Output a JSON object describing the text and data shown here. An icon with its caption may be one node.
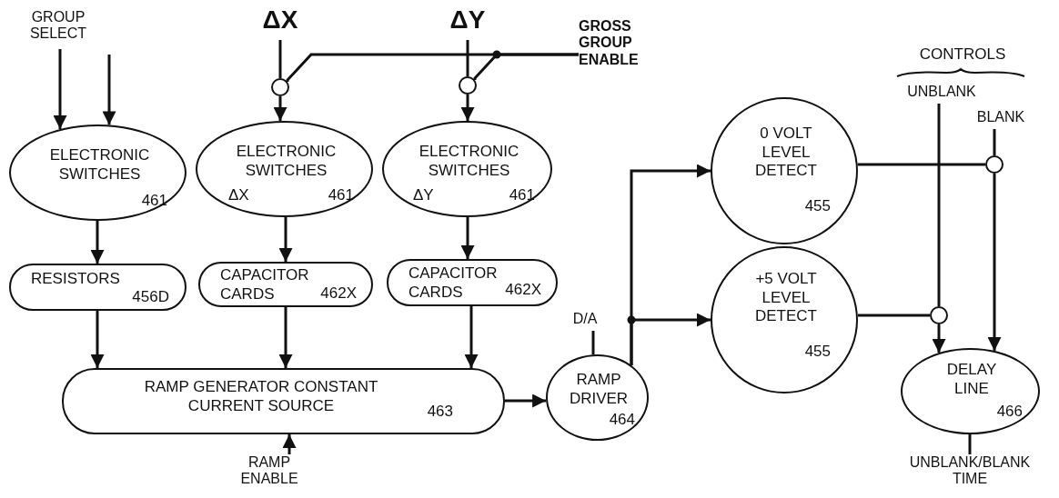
{
  "diagram": {
    "nodes": [
      {
        "text": [
          "GROUP SELECT"
        ]
      },
      {
        "text": [
          "ΔX"
        ]
      },
      {
        "text": [
          "ΔY"
        ]
      },
      {
        "text": [
          "GROSS GROUP ENABLE"
        ]
      },
      {
        "text": [
          "UNBLANK"
        ]
      },
      {
        "text": [
          "BLANK"
        ]
      },
      {
        "text": [
          "ELECTRONIC SWITCHES",
          "461"
        ]
      },
      {
        "text": [
          "ELECTRONIC SWITCHES",
          "ΔX",
          "461"
        ]
      },
      {
        "text": [
          "ELECTRONIC SWITCHES",
          "ΔY",
          "461"
        ]
      },
      {
        "text": [
          "RESISTORS",
          "456D"
        ]
      },
      {
        "text": [
          "CAPACITOR CARDS",
          "462X"
        ]
      },
      {
        "text": [
          "CAPACITOR CARDS",
          "462X"
        ]
      },
      {
        "text": [
          "0 VOLT LEVEL DETECT",
          "455"
        ]
      },
      {
        "text": [
          "+5 VOLT LEVEL DETECT",
          "455"
        ]
      },
      {
        "text": [
          "D/A"
        ]
      },
      {
        "text": [
          "RAMP GENERATOR CONSTANT CURRENT SOURCE",
          "463"
        ]
      },
      {
        "text": [
          "RAMP DRIVER",
          "464"
        ]
      },
      {
        "text": [
          "DELAY LINE",
          "466"
        ]
      },
      {
        "text": [
          "RAMP ENABLE"
        ]
      },
      {
        "text": [
          "UNBLANK/BLANK TIME"
        ]
      },
      {
        "text": [],
        "shape": "circle"
      },
      {
        "text": [],
        "shape": "circle"
      },
      {
        "text": [],
        "shape": "circle"
      },
      {
        "text": [],
        "shape": "circle"
      }
    ],
    "edges": [
      {
        "from": 0,
        "to": 6,
        "arrow": "to"
      },
      {
        "from": null,
        "to": 6,
        "arrow": "to"
      },
      {
        "from": 1,
        "to": 20,
        "arrow": "none"
      },
      {
        "from": 3,
        "to": 20,
        "arrow": "none"
      },
      {
        "from": 3,
        "to": 21,
        "arrow": "none"
      },
      {
        "from": 2,
        "to": 21,
        "arrow": "none"
      },
      {
        "from": 20,
        "to": 7,
        "arrow": "to"
      },
      {
        "from": 21,
        "to": 8,
        "arrow": "to"
      },
      {
        "from": 6,
        "to": 9,
        "arrow": "to"
      },
      {
        "from": 7,
        "to": 10,
        "arrow": "to"
      },
      {
        "from": 8,
        "to": 11,
        "arrow": "to"
      },
      {
        "from": 9,
        "to": 15,
        "arrow": "to"
      },
      {
        "from": 10,
        "to": 15,
        "arrow": "to"
      },
      {
        "from": 11,
        "to": 15,
        "arrow": "to"
      },
      {
        "from": 18,
        "to": 15,
        "arrow": "to"
      },
      {
        "from": 15,
        "to": 16,
        "arrow": "to"
      },
      {
        "from": 14,
        "to": 16,
        "arrow": "none"
      },
      {
        "from": 16,
        "to": 12,
        "arrow": "to"
      },
      {
        "from": 16,
        "to": 13,
        "arrow": "to"
      },
      {
        "from": 12,
        "to": 22,
        "arrow": "none"
      },
      {
        "from": 5,
        "to": 22,
        "arrow": "none"
      },
      {
        "from": 22,
        "to": 17,
        "arrow": "to"
      },
      {
        "from": 4,
        "to": 23,
        "arrow": "none"
      },
      {
        "from": 13,
        "to": 23,
        "arrow": "none"
      },
      {
        "from": 23,
        "to": 17,
        "arrow": "to"
      },
      {
        "from": 17,
        "to": 19,
        "arrow": "none"
      }
    ],
    "labels": [
      "CONTROLS"
    ]
  }
}
